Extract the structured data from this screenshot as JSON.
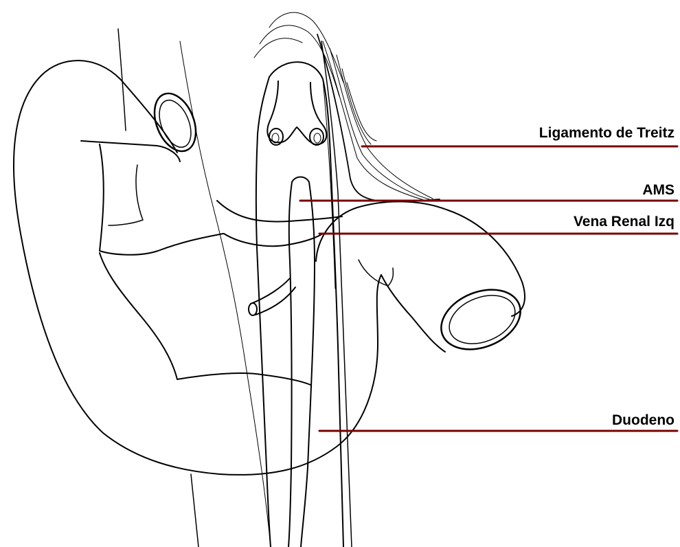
{
  "labels": {
    "treitz": "Ligamento de Treitz",
    "ams": "AMS",
    "vena_renal": "Vena Renal Izq",
    "duodeno": "Duodeno"
  },
  "colors": {
    "leader": "#7a0000",
    "outline": "#000000",
    "background": "#ffffff"
  }
}
